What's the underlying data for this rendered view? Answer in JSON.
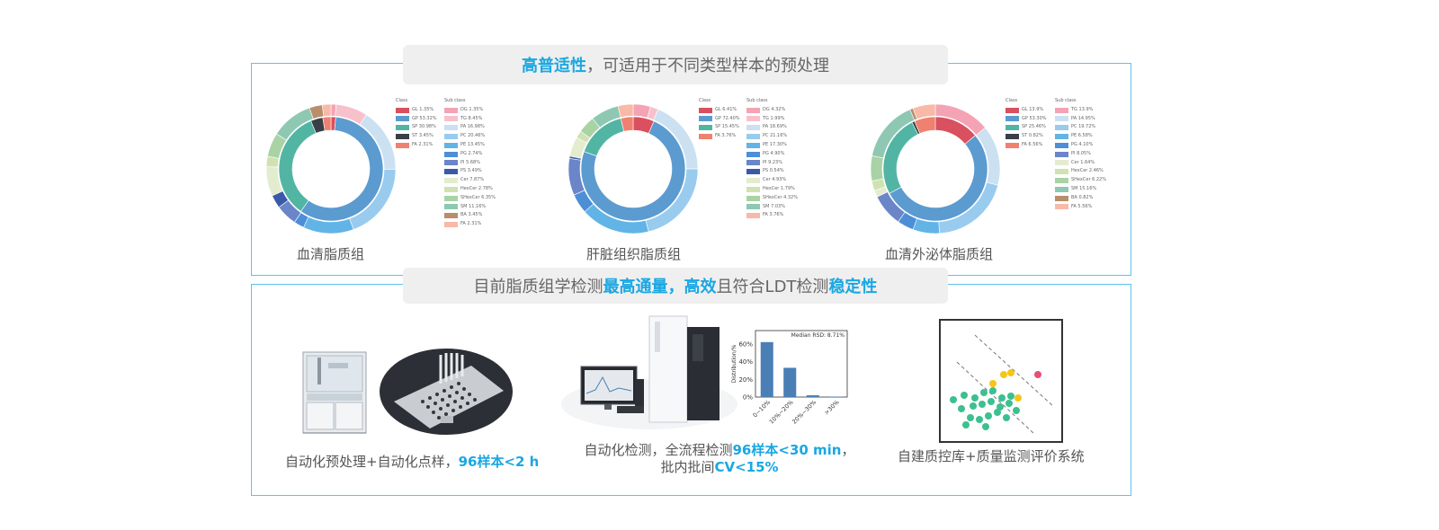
{
  "top_banner": {
    "t1": "高普适性",
    "t2": "，可适用于不同类型样本的预处理"
  },
  "bottom_banner": {
    "t1": "目前脂质组学检测",
    "t2": "最高通量，高效",
    "t3": "且符合LDT检测",
    "t4": "稳定性"
  },
  "donuts": [
    {
      "caption": "血清脂质组",
      "class_header": "Class",
      "sub_header": "Sub class",
      "class_legend": [
        {
          "label": "GL 1.35%",
          "color": "#d9505f"
        },
        {
          "label": "GP 53.32%",
          "color": "#5b9bd0"
        },
        {
          "label": "SP 30.98%",
          "color": "#52b5a4"
        },
        {
          "label": "ST 3.45%",
          "color": "#3a3f47"
        },
        {
          "label": "FA 2.31%",
          "color": "#f08070"
        }
      ],
      "sub_legend": [
        {
          "label": "DG 1.35%",
          "color": "#f4a3b4"
        },
        {
          "label": "TG 8.45%",
          "color": "#f7c1cc"
        },
        {
          "label": "PA 16.98%",
          "color": "#cbe1f2"
        },
        {
          "label": "PC 20.46%",
          "color": "#99cbef"
        },
        {
          "label": "PE 13.45%",
          "color": "#62b4e6"
        },
        {
          "label": "PG 2.74%",
          "color": "#4d8fd6"
        },
        {
          "label": "PI 5.68%",
          "color": "#6b85c9"
        },
        {
          "label": "PS 3.49%",
          "color": "#3a5aa8"
        },
        {
          "label": "Cer 7.87%",
          "color": "#e4eccf"
        },
        {
          "label": "HexCer 2.78%",
          "color": "#d0e2b2"
        },
        {
          "label": "SHexCer 6.35%",
          "color": "#a9d3a5"
        },
        {
          "label": "SM 11.16%",
          "color": "#8ec8b2"
        },
        {
          "label": "BA 3.45%",
          "color": "#b88f6a"
        },
        {
          "label": "FA 2.31%",
          "color": "#f8b9a8"
        }
      ]
    },
    {
      "caption": "肝脏组织脂质组",
      "class_header": "Class",
      "sub_header": "Sub class",
      "class_legend": [
        {
          "label": "GL 6.41%",
          "color": "#d9505f"
        },
        {
          "label": "GP 72.40%",
          "color": "#5b9bd0"
        },
        {
          "label": "SP 15.45%",
          "color": "#52b5a4"
        },
        {
          "label": "FA 3.76%",
          "color": "#f08070"
        }
      ],
      "sub_legend": [
        {
          "label": "DG 4.32%",
          "color": "#f4a3b4"
        },
        {
          "label": "TG 1.99%",
          "color": "#f7c1cc"
        },
        {
          "label": "PA 18.69%",
          "color": "#cbe1f2"
        },
        {
          "label": "PC 21.16%",
          "color": "#99cbef"
        },
        {
          "label": "PE 17.30%",
          "color": "#62b4e6"
        },
        {
          "label": "PG 4.90%",
          "color": "#4d8fd6"
        },
        {
          "label": "PI 9.23%",
          "color": "#6b85c9"
        },
        {
          "label": "PS 0.54%",
          "color": "#3a5aa8"
        },
        {
          "label": "Cer 4.93%",
          "color": "#e4eccf"
        },
        {
          "label": "HexCer 1.79%",
          "color": "#d0e2b2"
        },
        {
          "label": "SHexCer 4.32%",
          "color": "#a9d3a5"
        },
        {
          "label": "SM 7.03%",
          "color": "#8ec8b2"
        },
        {
          "label": "FA 3.76%",
          "color": "#f8b9a8"
        }
      ]
    },
    {
      "caption": "血清外泌体脂质组",
      "class_header": "Class",
      "sub_header": "Sub class",
      "class_legend": [
        {
          "label": "GL 13.9%",
          "color": "#d9505f"
        },
        {
          "label": "GP 53.30%",
          "color": "#5b9bd0"
        },
        {
          "label": "SP 25.46%",
          "color": "#52b5a4"
        },
        {
          "label": "ST 0.82%",
          "color": "#3a3f47"
        },
        {
          "label": "FA 6.56%",
          "color": "#f08070"
        }
      ],
      "sub_legend": [
        {
          "label": "TG 13.9%",
          "color": "#f4a3b4"
        },
        {
          "label": "PA 14.95%",
          "color": "#cbe1f2"
        },
        {
          "label": "PC 19.72%",
          "color": "#99cbef"
        },
        {
          "label": "PE 6.58%",
          "color": "#62b4e6"
        },
        {
          "label": "PG 4.10%",
          "color": "#4d8fd6"
        },
        {
          "label": "PI 8.05%",
          "color": "#6b85c9"
        },
        {
          "label": "Cer 1.64%",
          "color": "#e4eccf"
        },
        {
          "label": "HexCer 2.46%",
          "color": "#d0e2b2"
        },
        {
          "label": "SHexCer 6.22%",
          "color": "#a9d3a5"
        },
        {
          "label": "SM 15.16%",
          "color": "#8ec8b2"
        },
        {
          "label": "BA 0.82%",
          "color": "#b88f6a"
        },
        {
          "label": "FA 5.56%",
          "color": "#f8b9a8"
        }
      ]
    }
  ],
  "captions": {
    "c1a": "自动化预处理+自动化点样，",
    "c1b": "96样本<2 h",
    "c2a": "自动化检测，全流程检测",
    "c2b": "96样本<30 min",
    "c2c": "，",
    "c2d": "批内批间",
    "c2e": "CV<15%",
    "c3": "自建质控库+质量监测评价系统"
  },
  "chart_data": {
    "type": "bar",
    "title": "Median RSD: 8.71%",
    "ylabel": "Distribution/%",
    "categories": [
      "0~10%",
      "10%~20%",
      "20%~30%",
      ">30%"
    ],
    "values": [
      62,
      33,
      2,
      0.5
    ],
    "ylim": [
      0,
      75
    ],
    "yticks": [
      "0%",
      "20%",
      "40%",
      "60%"
    ],
    "color": "#4a7fb5"
  },
  "scatter_points": {
    "green": [
      [
        16,
        90
      ],
      [
        28,
        85
      ],
      [
        40,
        88
      ],
      [
        50,
        82
      ],
      [
        60,
        80
      ],
      [
        70,
        88
      ],
      [
        80,
        86
      ],
      [
        25,
        100
      ],
      [
        38,
        97
      ],
      [
        48,
        95
      ],
      [
        58,
        92
      ],
      [
        68,
        98
      ],
      [
        78,
        94
      ],
      [
        35,
        110
      ],
      [
        45,
        112
      ],
      [
        55,
        108
      ],
      [
        65,
        104
      ],
      [
        75,
        110
      ],
      [
        86,
        102
      ],
      [
        30,
        118
      ],
      [
        52,
        120
      ]
    ],
    "yellow": [
      [
        60,
        72
      ],
      [
        72,
        62
      ],
      [
        80,
        60
      ],
      [
        88,
        88
      ]
    ],
    "red": [
      [
        110,
        62
      ]
    ]
  }
}
